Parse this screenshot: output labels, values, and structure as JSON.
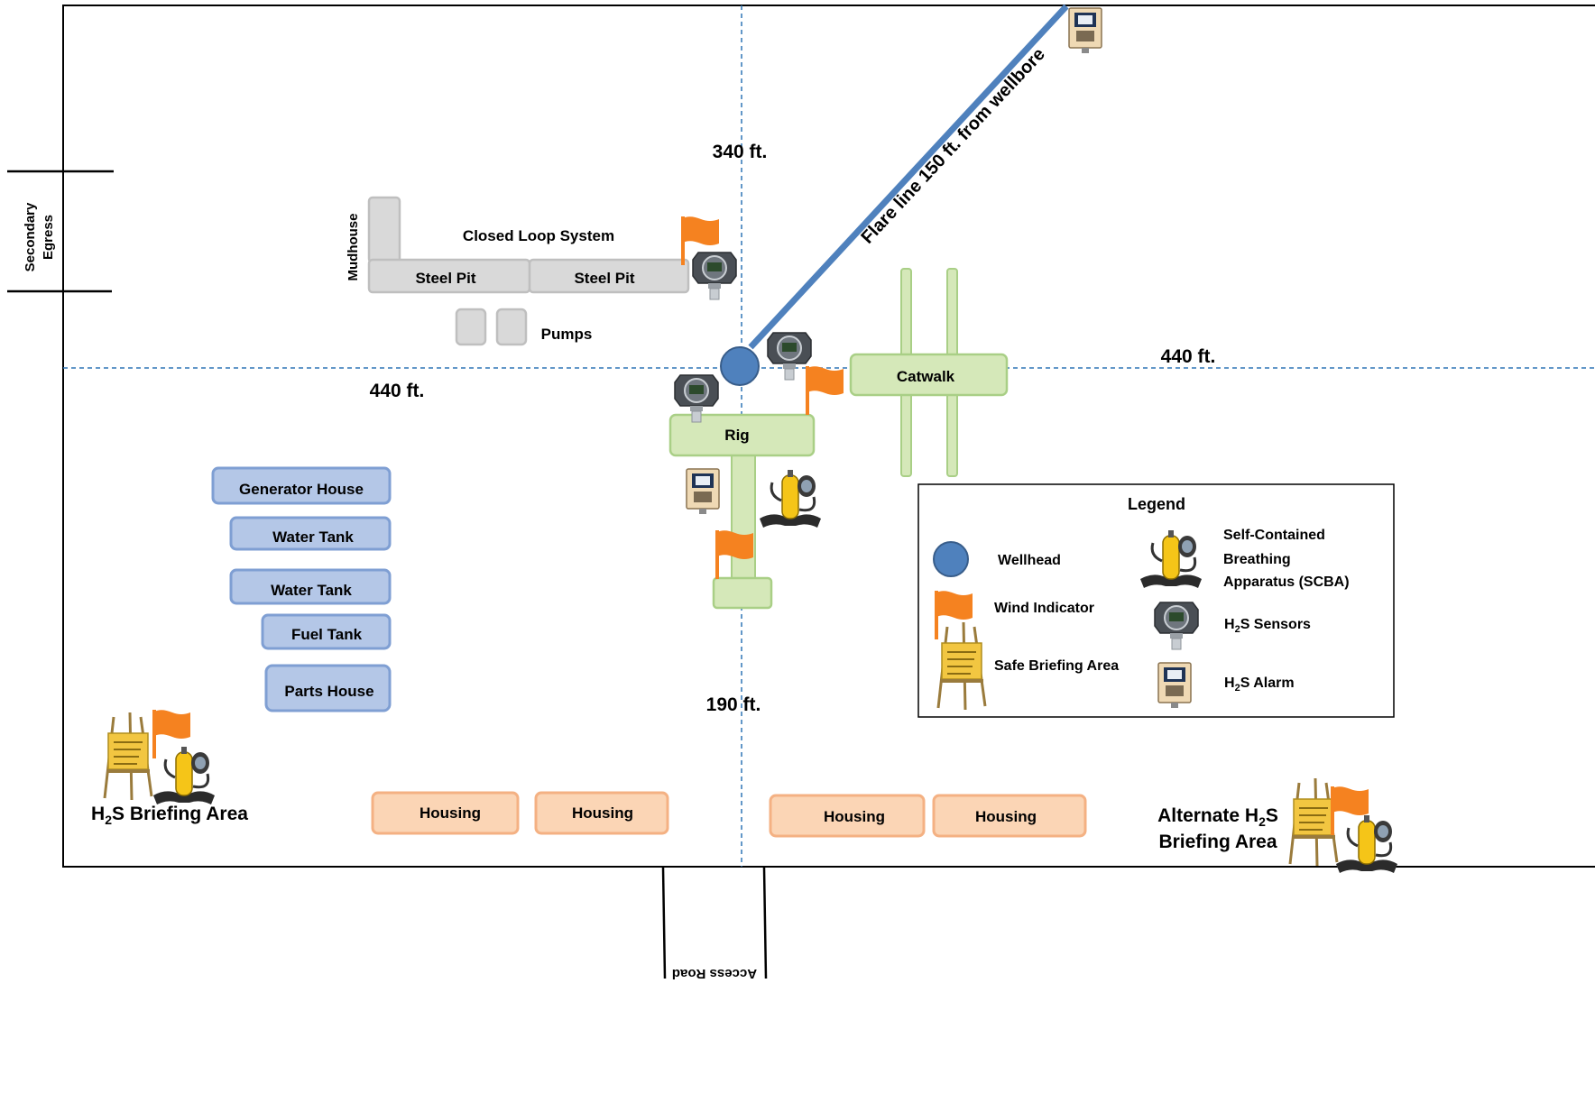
{
  "diagram": {
    "secondary_egress": [
      "Secondary",
      "Egress"
    ],
    "access_road": "Access Road",
    "distances": {
      "north": "340 ft.",
      "west": "440 ft.",
      "east": "440 ft.",
      "south": "190 ft."
    },
    "flare_line": "Flare line 150 ft. from wellbore",
    "closed_loop_system": "Closed Loop System",
    "mudhouse": "Mudhouse",
    "steel_pit_1": "Steel Pit",
    "steel_pit_2": "Steel Pit",
    "pumps": "Pumps",
    "rig": "Rig",
    "catwalk": "Catwalk",
    "generator_house": "Generator House",
    "water_tank_1": "Water Tank",
    "water_tank_2": "Water Tank",
    "fuel_tank": "Fuel Tank",
    "parts_house": "Parts House",
    "housing": [
      "Housing",
      "Housing",
      "Housing",
      "Housing"
    ],
    "briefing_area": {
      "prefix": "H",
      "sub": "2",
      "suffix": "S Briefing Area"
    },
    "alternate_briefing_area": {
      "line1_prefix": "Alternate H",
      "line1_sub": "2",
      "line1_suffix": "S",
      "line2": "Briefing Area"
    }
  },
  "legend": {
    "title": "Legend",
    "wellhead": "Wellhead",
    "wind_indicator": "Wind Indicator",
    "safe_briefing_area": "Safe Briefing Area",
    "scba": [
      "Self-Contained",
      "Breathing",
      "Apparatus (SCBA)"
    ],
    "h2s_sensors": {
      "prefix": "H",
      "sub": "2",
      "suffix": "S Sensors"
    },
    "h2s_alarm": {
      "prefix": "H",
      "sub": "2",
      "suffix": "S Alarm"
    }
  },
  "colors": {
    "gray_fill": "#d9d9d9",
    "gray_stroke": "#bfbfbf",
    "green_fill": "#d5e8b9",
    "green_stroke": "#a9cf86",
    "blue_fill": "#b4c7e7",
    "blue_stroke": "#7f9fd3",
    "orange_fill": "#fbd5b5",
    "orange_stroke": "#f4b183",
    "wellhead": "#4f81bd",
    "flare": "#4f81bd",
    "dash": "#2e75b6",
    "flag": "#f58220"
  }
}
